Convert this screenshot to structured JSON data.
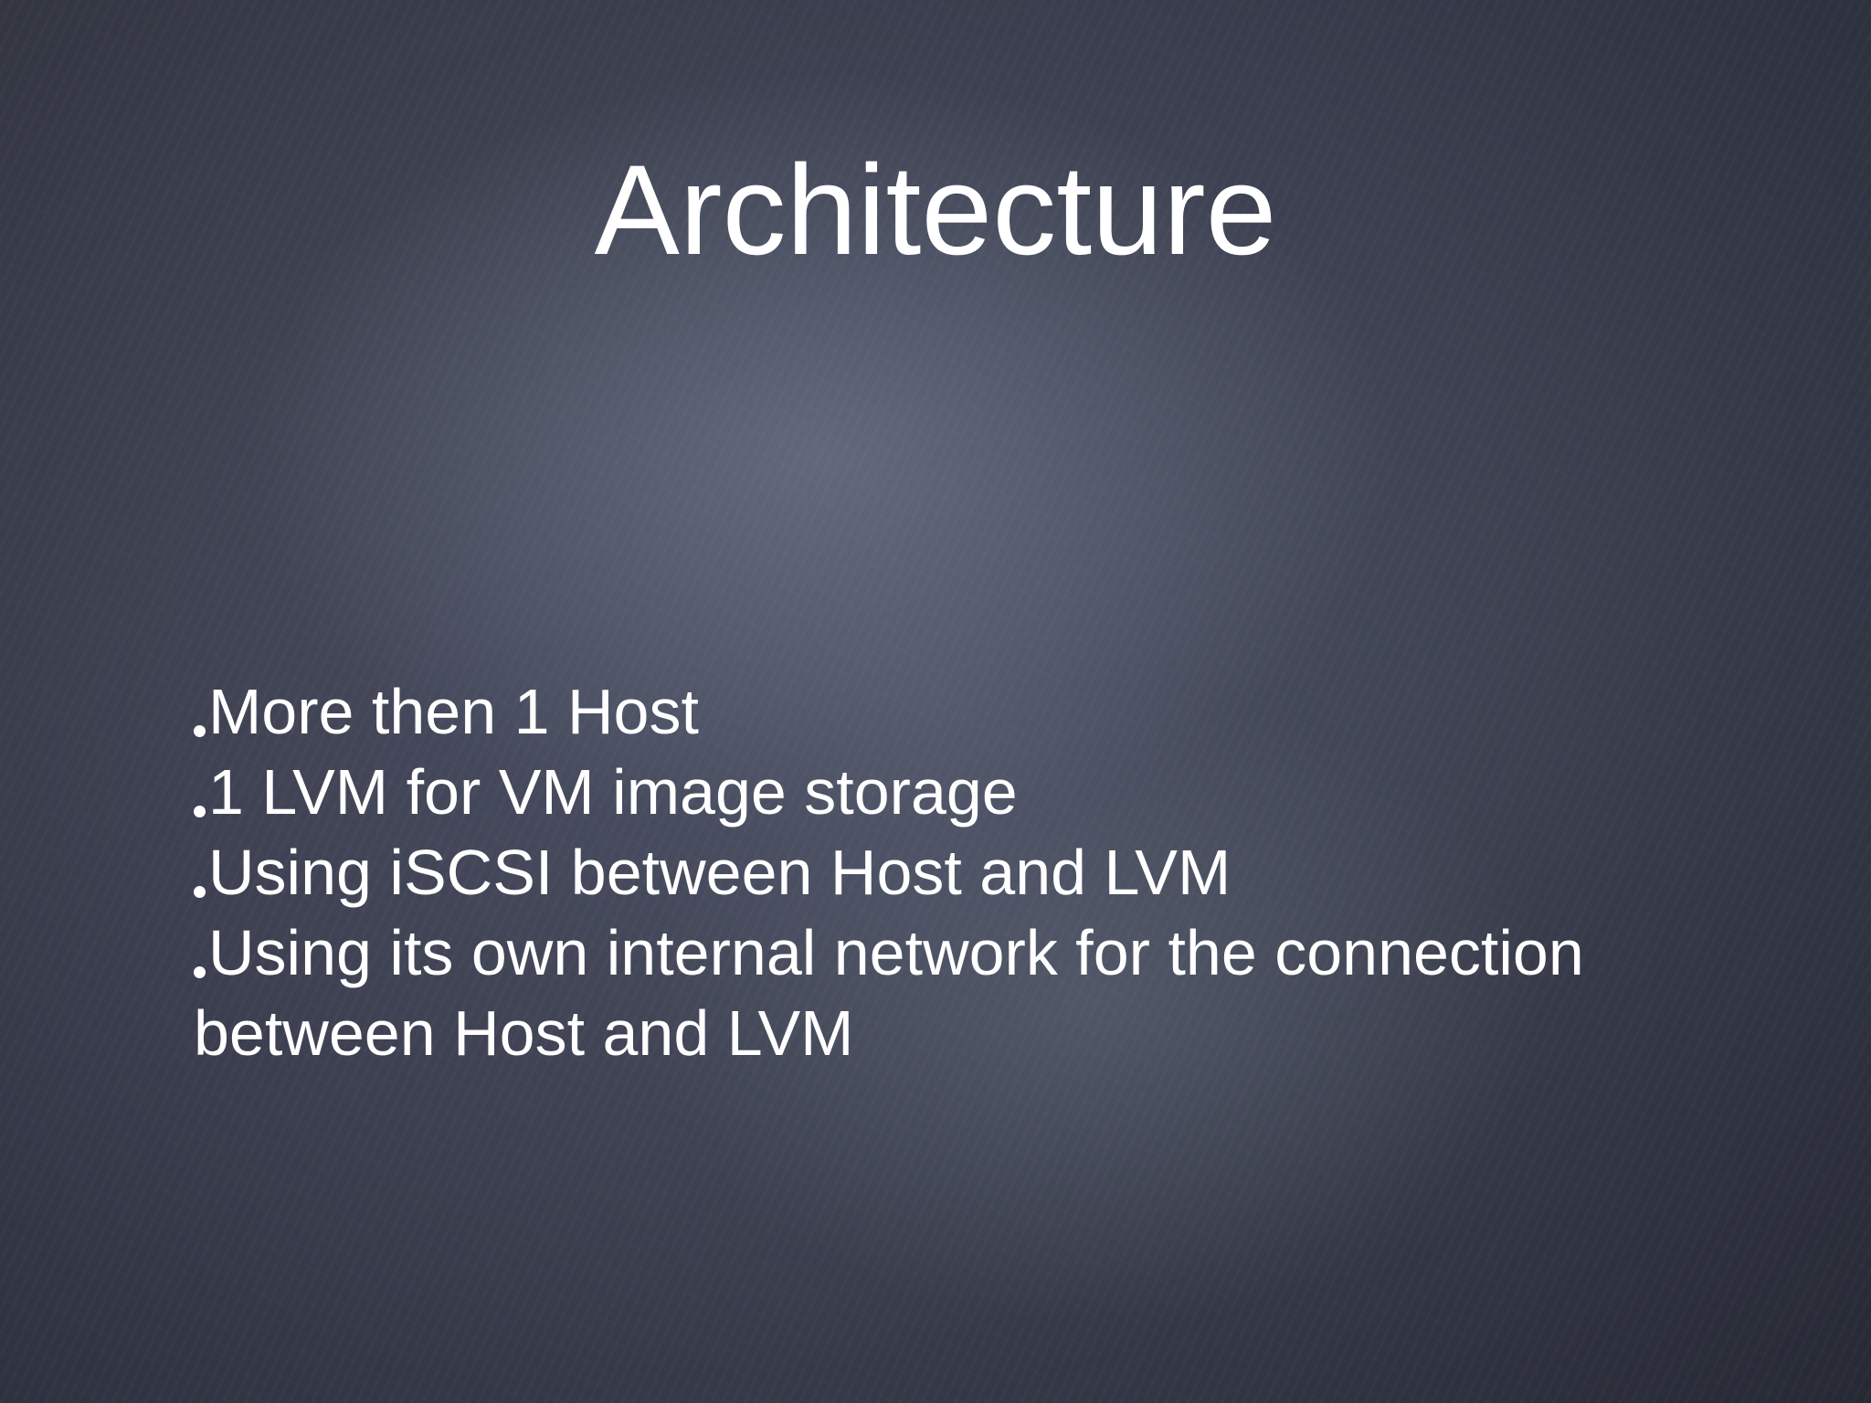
{
  "slide": {
    "title": "Architecture",
    "bullets": [
      "More then 1 Host",
      "1 LVM for VM image storage",
      "Using iSCSI between Host and LVM",
      "Using its own internal network for the connection between Host and LVM"
    ],
    "bullet_icon": "dot-icon",
    "colors": {
      "text": "#ffffff",
      "background": "#4f5465"
    }
  }
}
